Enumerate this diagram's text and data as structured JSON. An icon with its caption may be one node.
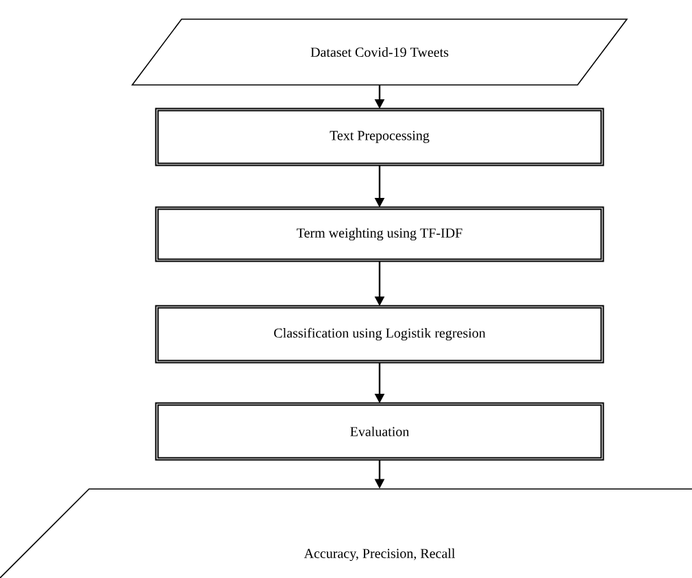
{
  "diagram": {
    "nodes": [
      {
        "text": [
          "Dataset Covid-19 Tweets"
        ]
      },
      {
        "text": [
          "Text Prepocessing"
        ]
      },
      {
        "text": [
          "Term weighting using TF-IDF"
        ]
      },
      {
        "text": [
          "Classification using Logistik regresion"
        ]
      },
      {
        "text": [
          "Evaluation"
        ]
      },
      {
        "text": [
          "Accuracy, Precision, Recall"
        ]
      }
    ],
    "edges": [
      {
        "from": 0,
        "to": 1,
        "arrow": "to"
      },
      {
        "from": 1,
        "to": 2,
        "arrow": "to"
      },
      {
        "from": 2,
        "to": 3,
        "arrow": "to"
      },
      {
        "from": 3,
        "to": 4,
        "arrow": "to"
      },
      {
        "from": 4,
        "to": 5,
        "arrow": "to"
      }
    ]
  }
}
